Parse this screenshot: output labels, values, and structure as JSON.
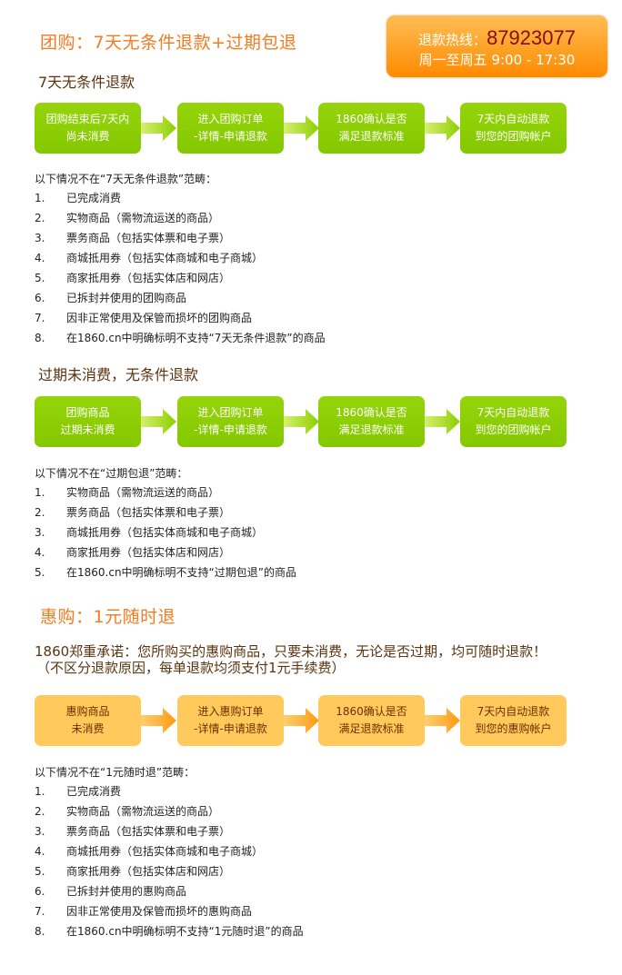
{
  "group": {
    "title": "团购：7天无条件退款+过期包退",
    "section1": {
      "heading": "7天无条件退款",
      "steps": [
        "团购结束后7天内\n尚未消费",
        "进入团购订单\n-详情-申请退款",
        "1860确认是否\n满足退款标准",
        "7天内自动退款\n到您的团购帐户"
      ],
      "intro": "以下情况不在“7天无条件退款”范畴：",
      "items": [
        "已完成消费",
        "实物商品（需物流运送的商品）",
        "票务商品（包括实体票和电子票）",
        "商城抵用券（包括实体商城和电子商城）",
        "商家抵用券（包括实体店和网店）",
        "已拆封并使用的团购商品",
        "因非正常使用及保管而损坏的团购商品",
        "在1860.cn中明确标明不支持“7天无条件退款”的商品"
      ]
    },
    "section2": {
      "heading": "过期未消费，无条件退款",
      "steps": [
        "团购商品\n过期未消费",
        "进入团购订单\n-详情-申请退款",
        "1860确认是否\n满足退款标准",
        "7天内自动退款\n到您的团购帐户"
      ],
      "intro": "以下情况不在“过期包退”范畴：",
      "items": [
        "实物商品（需物流运送的商品）",
        "票务商品（包括实体票和电子票）",
        "商城抵用券（包括实体商城和电子商城）",
        "商家抵用券（包括实体店和网店）",
        "在1860.cn中明确标明不支持“过期包退”的商品"
      ]
    }
  },
  "hotline": {
    "label": "退款热线：",
    "number": "87923077",
    "hours": "周一至周五  9:00 - 17:30"
  },
  "hui": {
    "title": "惠购：1元随时退",
    "promise1": "1860郑重承诺：您所购买的惠购商品，只要未消费，无论是否过期，均可随时退款！",
    "promise2": "（不区分退款原因，每单退款均须支付1元手续费）",
    "steps": [
      "惠购商品\n未消费",
      "进入惠购订单\n-详情-申请退款",
      "1860确认是否\n满足退款标准",
      "7天内自动退款\n到您的惠购帐户"
    ],
    "intro": "以下情况不在“1元随时退”范畴：",
    "items": [
      "已完成消费",
      "实物商品（需物流运送的商品）",
      "票务商品（包括实体票和电子票）",
      "商城抵用券（包括实体商城和电子商城）",
      "商家抵用券（包括实体店和网店）",
      "已拆封并使用的惠购商品",
      "因非正常使用及保管而损坏的惠购商品",
      "在1860.cn中明确标明不支持“1元随时退”的商品"
    ]
  },
  "colors": {
    "green": "#8ccf00",
    "orange_box": "#ffc95c",
    "title": "#f47b20"
  }
}
